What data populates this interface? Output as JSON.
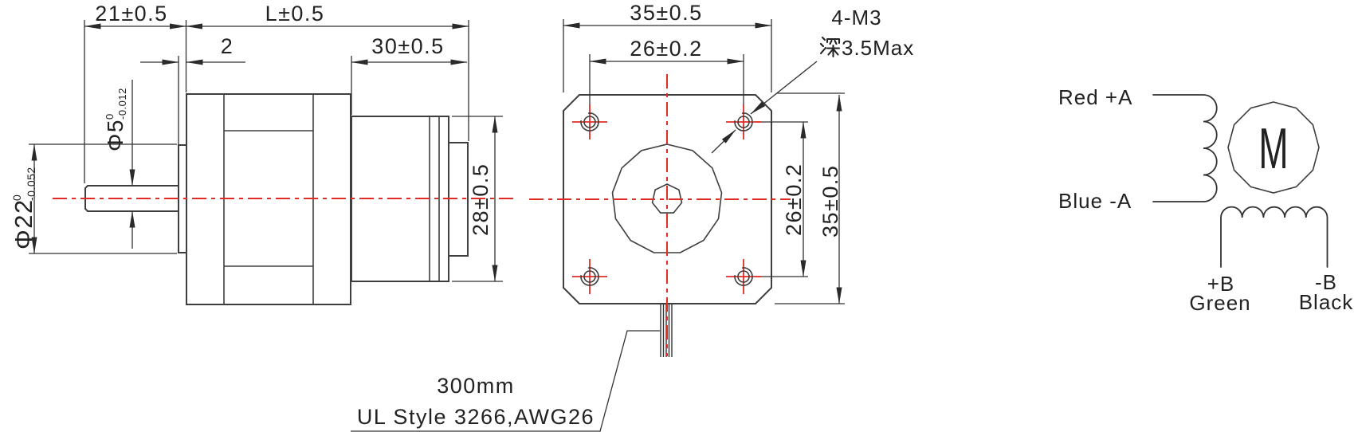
{
  "colors": {
    "body_gray": "#dedede",
    "motor_blue": "#0a9fe0",
    "centerline_red": "#e02c25",
    "line_dark": "#3a3a3a"
  },
  "side_view": {
    "dim_shaft_length": "21±0.5",
    "dim_overall_length": "L±0.5",
    "dim_pilot_thickness": "2",
    "dim_motor_length": "30±0.5",
    "dim_motor_height": "28±0.5",
    "dim_shaft_diameter": {
      "label": "Φ5",
      "tol_upper": "0",
      "tol_lower": "-0.012"
    },
    "dim_pilot_diameter": {
      "label": "Φ22",
      "tol_upper": "0",
      "tol_lower": "-0.052"
    }
  },
  "front_view": {
    "dim_width": "35±0.5",
    "dim_hole_spacing_horizontal": "26±0.2",
    "dim_hole_spacing_vertical": "26±0.2",
    "dim_height": "35±0.5",
    "thread_callout": "4-M3",
    "thread_depth_label": "深3.5Max",
    "thread_depth_suffix": "3.5Max",
    "cable_length": "300mm",
    "cable_spec": "UL Style 3266,AWG26"
  },
  "wiring": {
    "phase_a_positive": "Red +A",
    "phase_a_negative": "Blue -A",
    "motor_symbol": "M",
    "phase_b_positive": "+B",
    "phase_b_positive_color": "Green",
    "phase_b_negative": "-B",
    "phase_b_negative_color": "Black"
  }
}
